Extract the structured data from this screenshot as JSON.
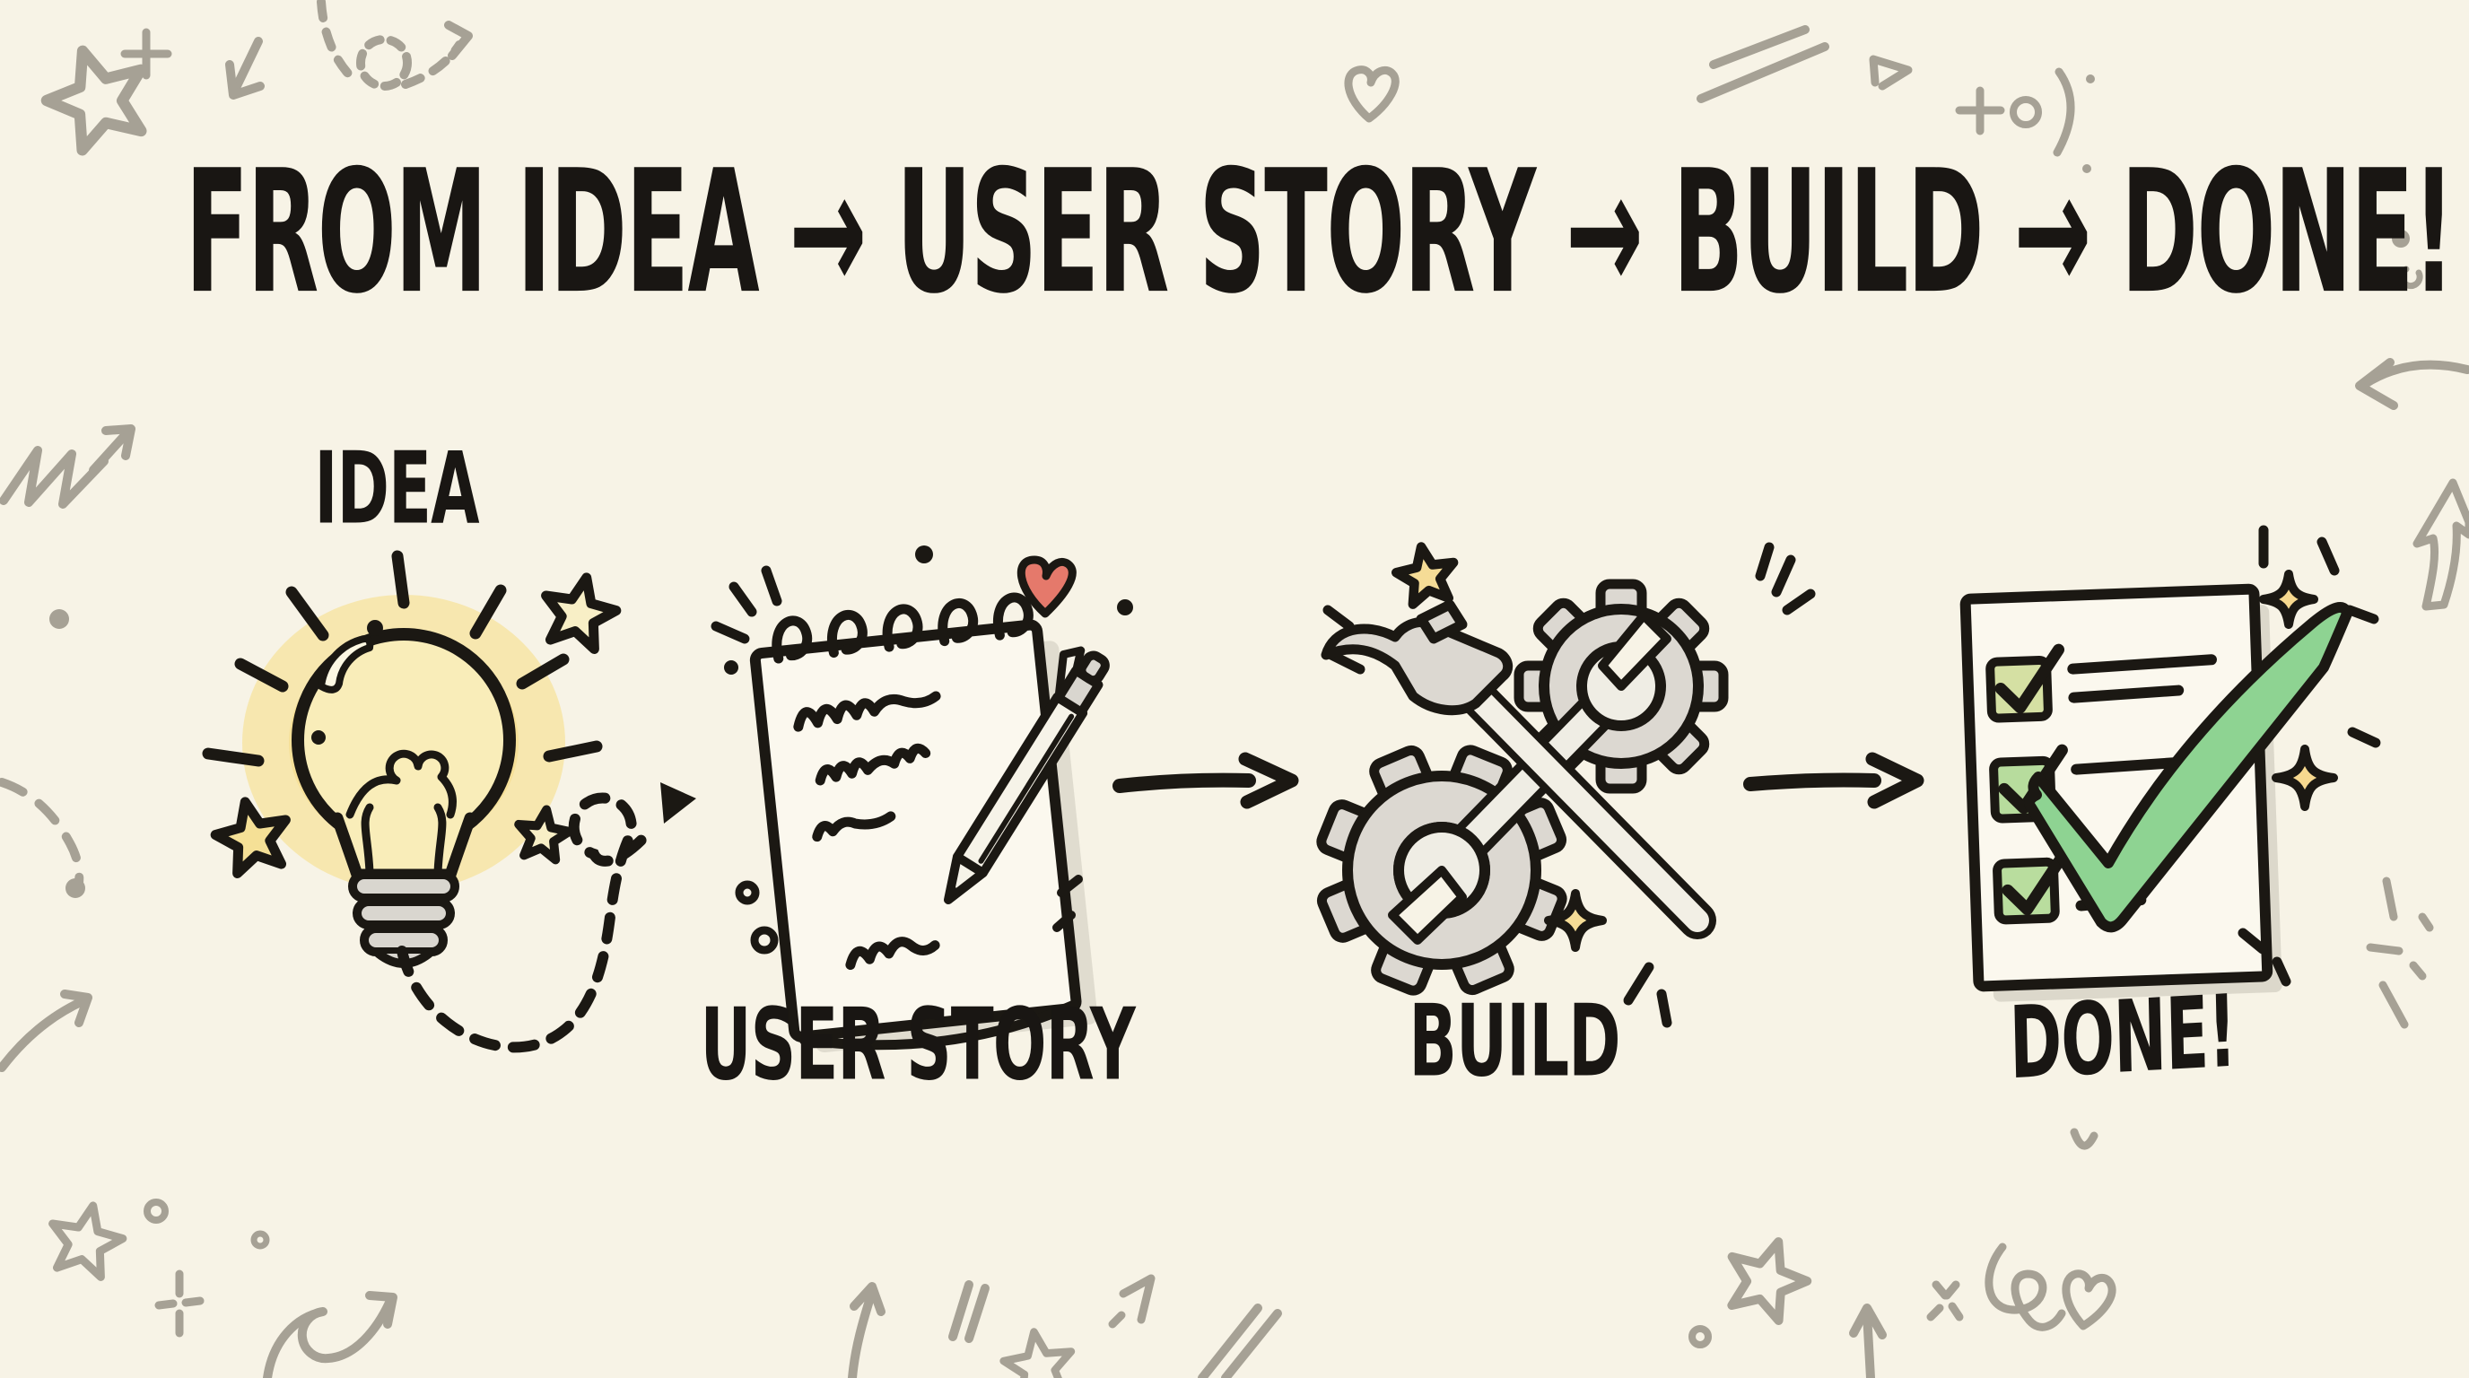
{
  "title": {
    "text": "FROM IDEA → USER STORY → BUILD → DONE!"
  },
  "steps": [
    {
      "id": "idea",
      "label": "IDEA",
      "icon": "lightbulb-icon"
    },
    {
      "id": "user_story",
      "label": "USER STORY",
      "icon": "notepad-pen-icon"
    },
    {
      "id": "build",
      "label": "BUILD",
      "icon": "gears-tools-icon"
    },
    {
      "id": "done",
      "label": "DONE!",
      "icon": "checklist-check-icon"
    }
  ],
  "connectors": [
    {
      "from": "idea",
      "to": "user_story",
      "style": "dashed-loop-arrow"
    },
    {
      "from": "user_story",
      "to": "build",
      "style": "solid-arrow"
    },
    {
      "from": "build",
      "to": "done",
      "style": "solid-arrow"
    }
  ],
  "colors": {
    "background": "#f7f3e6",
    "ink": "#1b1813",
    "doodle_gray": "#a6a195",
    "glow_yellow": "#f7e39c",
    "bulb_glass": "#f9edb9",
    "star_pale": "#f8efc6",
    "star_yellow": "#f5e096",
    "metal_gray": "#dcd8d1",
    "tool_light": "#efede4",
    "heart_coral": "#e5796b",
    "paper": "#fbf8ee",
    "checkbox_green_1": "#d5e0a3",
    "checkbox_green_2": "#b7dc9d",
    "checkbox_green_3": "#b9dd9e",
    "check_green": "#8ed392",
    "sparkle_yellow": "#f5dc96"
  }
}
